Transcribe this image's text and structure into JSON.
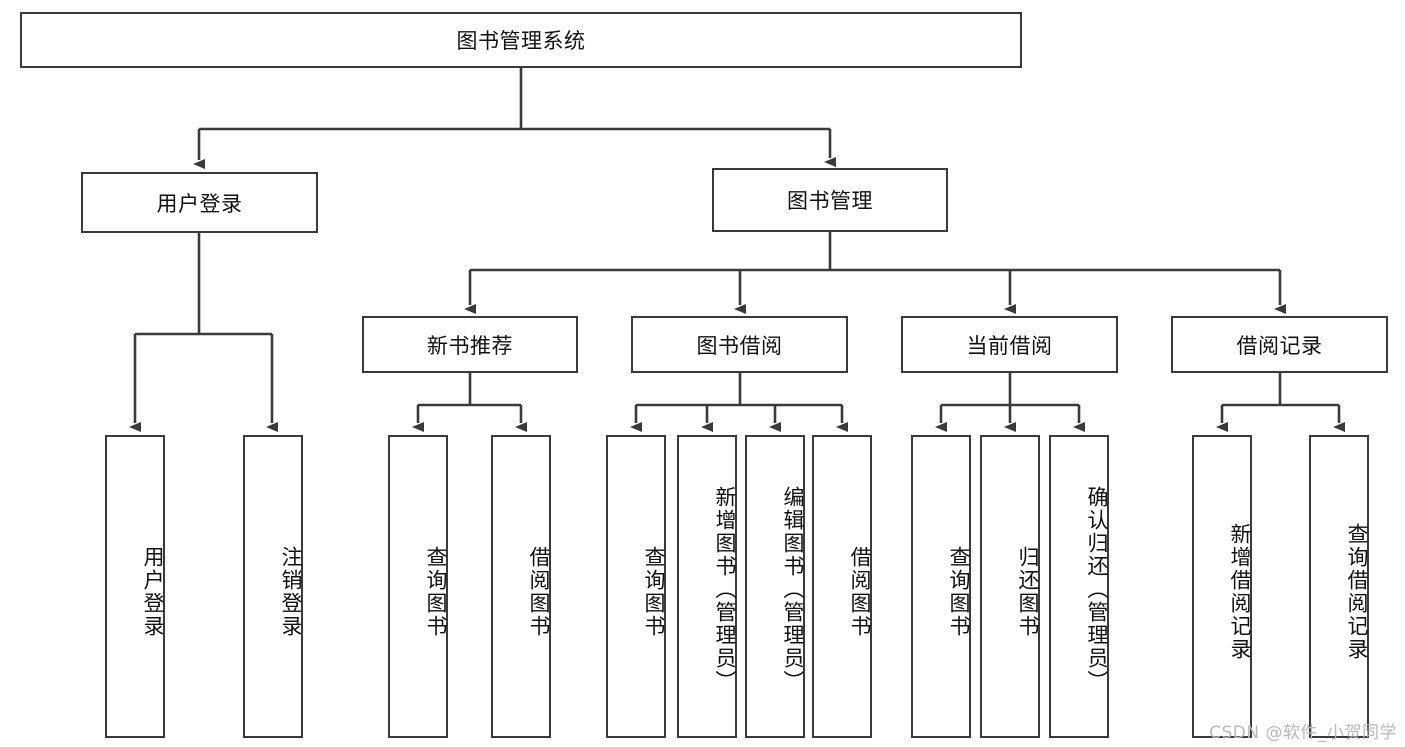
{
  "diagram": {
    "title": "图书管理系统",
    "type": "hierarchy-tree",
    "root": {
      "label": "图书管理系统"
    },
    "level1": [
      {
        "label": "用户登录"
      },
      {
        "label": "图书管理"
      }
    ],
    "level2": [
      {
        "label": "新书推荐"
      },
      {
        "label": "图书借阅"
      },
      {
        "label": "当前借阅"
      },
      {
        "label": "借阅记录"
      }
    ],
    "leaves": {
      "user_login": [
        {
          "label": "用户登录"
        },
        {
          "label": "注销登录"
        }
      ],
      "new_book_recommend": [
        {
          "label": "查询图书"
        },
        {
          "label": "借阅图书"
        }
      ],
      "book_borrow": [
        {
          "label": "查询图书"
        },
        {
          "label": "新增图书（管理员）"
        },
        {
          "label": "编辑图书（管理员）"
        },
        {
          "label": "借阅图书"
        }
      ],
      "current_borrow": [
        {
          "label": "查询图书"
        },
        {
          "label": "归还图书"
        },
        {
          "label": "确认归还（管理员）"
        }
      ],
      "borrow_record": [
        {
          "label": "新增借阅记录"
        },
        {
          "label": "查询借阅记录"
        }
      ]
    }
  },
  "watermark": {
    "text": "CSDN @软件_小贺同学"
  },
  "colors": {
    "stroke": "#3a3a3a",
    "background": "#ffffff",
    "text": "#111111",
    "watermark": "#b9b9b9"
  }
}
